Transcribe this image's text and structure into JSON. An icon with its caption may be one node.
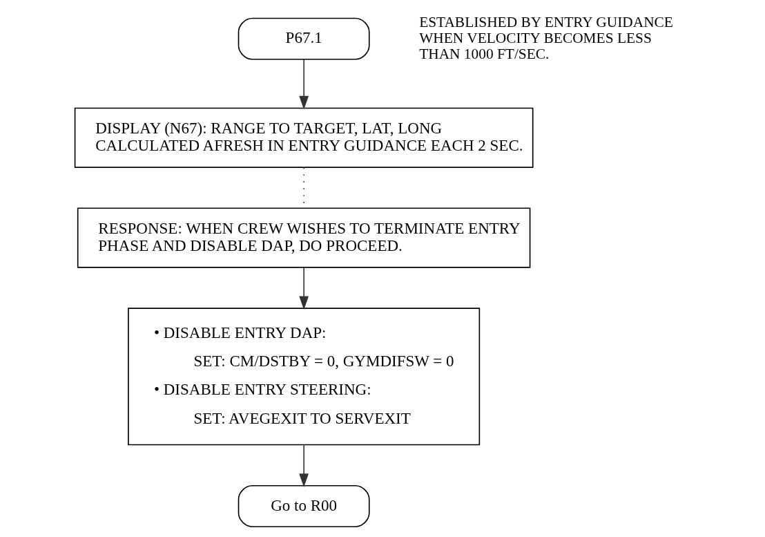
{
  "diagram": {
    "nodes": [
      {
        "text": [
          "P67.1"
        ],
        "beside": [
          "ESTABLISHED BY ENTRY GUIDANCE WHEN VELOCITY BECOMES LESS THAN 1000 FT/SEC."
        ]
      },
      {
        "text": [
          "DISPLAY (N67): RANGE TO TARGET, LAT, LONG CALCULATED AFRESH IN ENTRY GUIDANCE EACH 2 SEC."
        ]
      },
      {
        "text": [
          "RESPONSE: WHEN CREW WISHES TO TERMINATE ENTRY PHASE AND DISABLE DAP, DO PROCEED."
        ]
      },
      {
        "text": [
          "• DISABLE ENTRY DAP:",
          "SET: CM/DSTBY = 0, GYMDIFSW = 0",
          "• DISABLE ENTRY STEERING:",
          "SET: AVEGEXIT TO SERVEXIT"
        ]
      },
      {
        "text": [
          "Go to R00"
        ]
      }
    ],
    "edges": [
      {
        "from": 0,
        "to": 1,
        "arrow": "to"
      },
      {
        "from": 1,
        "to": 2,
        "arrow": "none",
        "style": "dashed"
      },
      {
        "from": 2,
        "to": 3,
        "arrow": "to"
      },
      {
        "from": 3,
        "to": 4,
        "arrow": "to"
      }
    ]
  }
}
